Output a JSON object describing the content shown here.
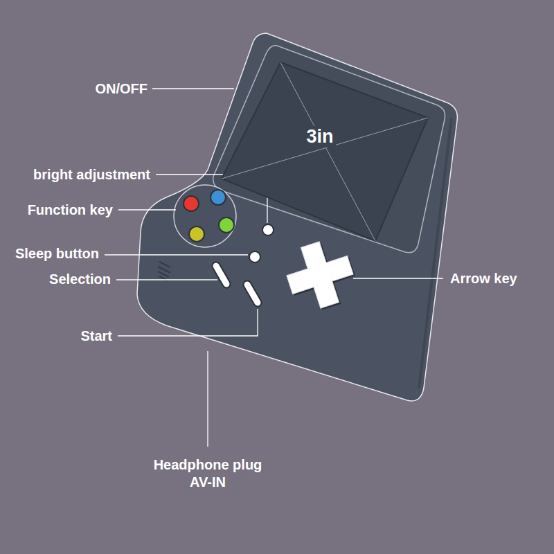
{
  "diagram": {
    "nodes": [
      {
        "text": [
          "3in"
        ]
      }
    ],
    "labels": [
      "ON/OFF",
      "bright adjustment",
      "Function key",
      "Sleep button",
      "Selection",
      "Start",
      "Arrow key",
      "Headphone plug AV-IN"
    ]
  }
}
